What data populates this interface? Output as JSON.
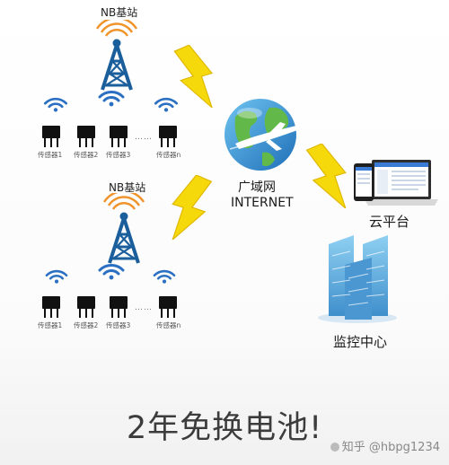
{
  "stations": [
    {
      "label": "NB基站",
      "sensors": [
        "传感器1",
        "传感器2",
        "传感器3",
        "传感器n"
      ],
      "ellipsis": "……"
    },
    {
      "label": "NB基站",
      "sensors": [
        "传感器1",
        "传感器2",
        "传感器3",
        "传感器n"
      ],
      "ellipsis": "……"
    }
  ],
  "network": {
    "line1": "广域网",
    "line2": "INTERNET"
  },
  "cloud": {
    "label": "云平台"
  },
  "monitor": {
    "label": "监控中心"
  },
  "headline": "2年免换电池!",
  "watermark": "知乎 @hbpg1234",
  "colors": {
    "tower": "#1b5e9c",
    "signal_orange": "#f0932b",
    "wifi_blue": "#2a6fc2",
    "lightning": "#f5d90a",
    "building": "#5aa9dc",
    "chip": "#111111"
  },
  "icons": [
    "cell-tower-icon",
    "wifi-icon",
    "chip-icon",
    "lightning-icon",
    "globe-icon",
    "airplane-icon",
    "laptop-icon",
    "phone-icon",
    "building-icon"
  ]
}
